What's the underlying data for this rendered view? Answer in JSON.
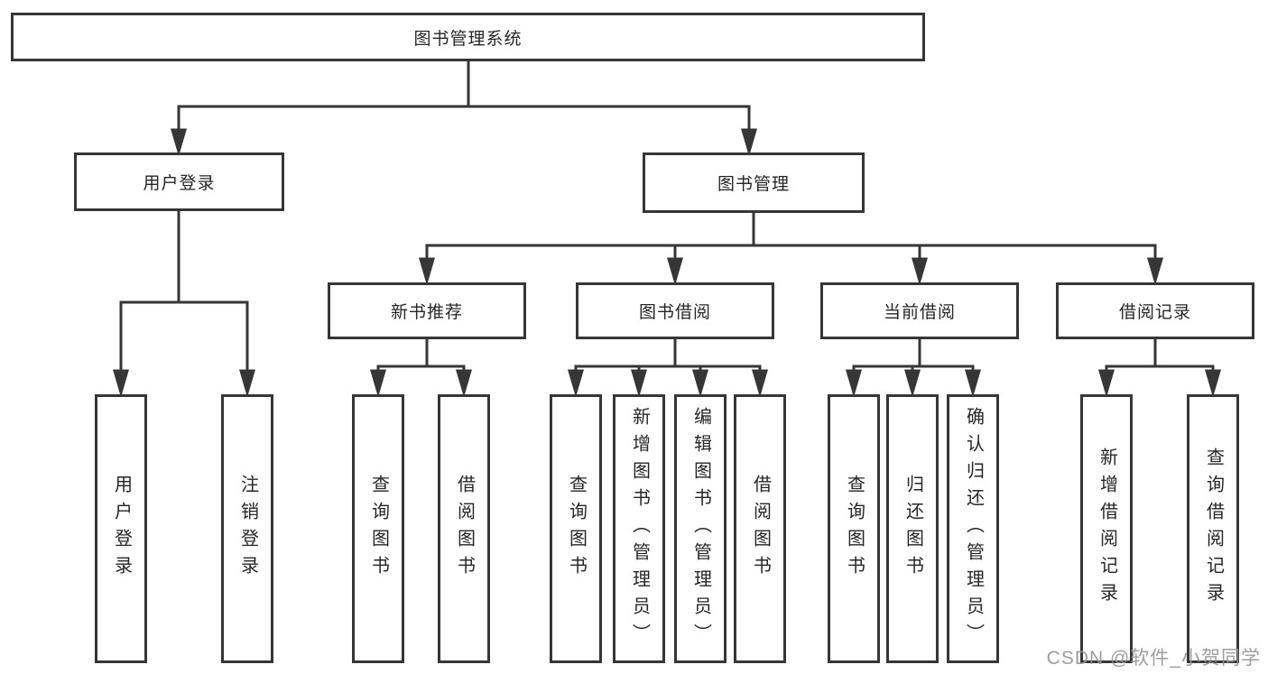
{
  "colors": {
    "line": "#363636",
    "box_border": "#363636",
    "text": "#262626",
    "watermark": "#969696",
    "background": "#ffffff"
  },
  "watermark": "CSDN @软件_小贺同学",
  "tree": {
    "root": "图书管理系统",
    "level1": [
      {
        "label": "用户登录",
        "leaves": [
          "用户登录",
          "注销登录"
        ]
      },
      {
        "label": "图书管理",
        "groups": [
          {
            "label": "新书推荐",
            "leaves": [
              "查询图书",
              "借阅图书"
            ]
          },
          {
            "label": "图书借阅",
            "leaves": [
              "查询图书",
              "新增图书（管理员）",
              "编辑图书（管理员）",
              "借阅图书"
            ]
          },
          {
            "label": "当前借阅",
            "leaves": [
              "查询图书",
              "归还图书",
              "确认归还（管理员）"
            ]
          },
          {
            "label": "借阅记录",
            "leaves": [
              "新增借阅记录",
              "查询借阅记录"
            ]
          }
        ]
      }
    ]
  }
}
